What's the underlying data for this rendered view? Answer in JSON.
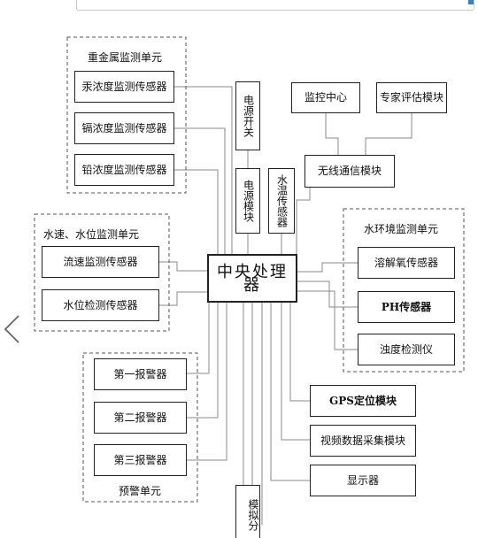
{
  "groups": {
    "heavy_metal": {
      "title": "重金属监测单元",
      "sensors": [
        "汞浓度监测传感器",
        "镉浓度监测传感器",
        "铅浓度监测传感器"
      ]
    },
    "water_speed_level": {
      "title": "水速、水位监测单元",
      "sensors": [
        "流速监测传感器",
        "水位检测传感器"
      ]
    },
    "water_env": {
      "title": "水环境监测单元",
      "sensors": [
        "溶解氧传感器",
        "PH传感器",
        "浊度检测仪"
      ]
    },
    "alarm": {
      "title": "预警单元",
      "items": [
        "第一报警器",
        "第二报警器",
        "第三报警器"
      ]
    }
  },
  "modules": {
    "cpu": "中央处理器",
    "power_switch": "电源开关",
    "power_module": "电源模块",
    "water_temp": "水温传感器",
    "monitor_center": "监控中心",
    "expert": "专家评估模块",
    "wireless": "无线通信模块",
    "gps": "GPS定位模块",
    "video": "视频数据采集模块",
    "display": "显示器",
    "analog": "模拟分"
  },
  "colors": {
    "line": "#8a8a8a",
    "border": "#222222",
    "dashed": "#555555"
  }
}
